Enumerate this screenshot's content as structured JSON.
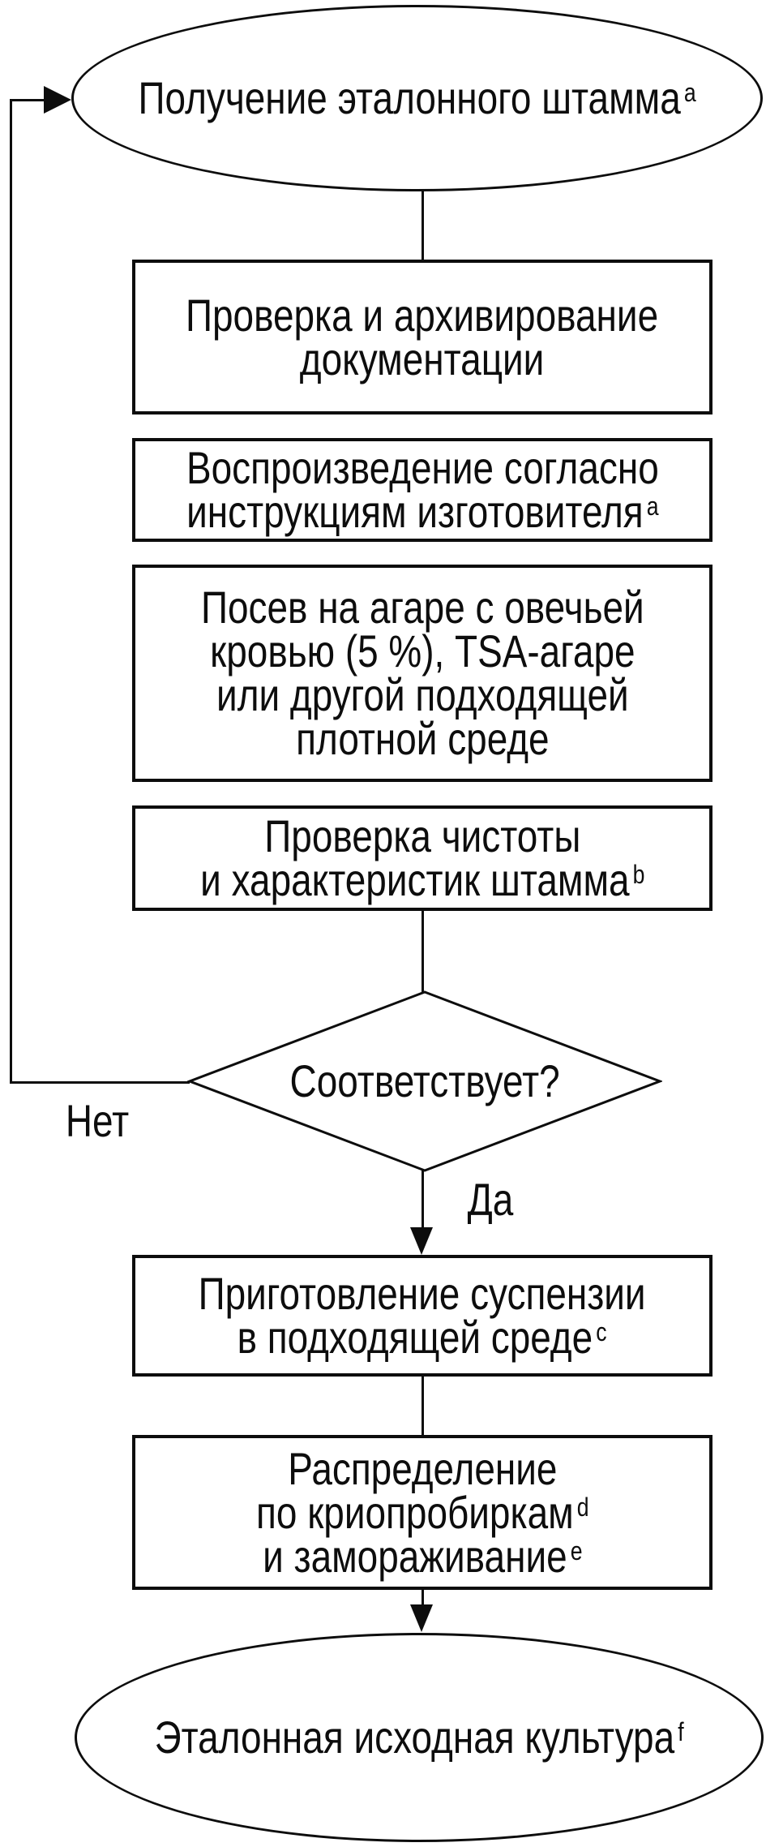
{
  "diagram": {
    "title_hint": "Flowchart: preparation of reference stock culture",
    "colors": {
      "ink": "#0d0d0d",
      "background": "#ffffff"
    },
    "nodes": {
      "start": {
        "shape": "ellipse",
        "lines": [
          {
            "text": "Получение эталонного штамма",
            "sup": "a"
          }
        ]
      },
      "check_docs": {
        "shape": "rect",
        "lines": [
          {
            "text": "Проверка и архивирование"
          },
          {
            "text": "документации"
          }
        ]
      },
      "reproduce": {
        "shape": "rect",
        "lines": [
          {
            "text": "Воспроизведение согласно"
          },
          {
            "text": "инструкциям изготовителя",
            "sup": "a"
          }
        ]
      },
      "plating": {
        "shape": "rect",
        "lines": [
          {
            "text": "Посев на агаре с овечьей"
          },
          {
            "text": "кровью (5 %), TSA-агаре"
          },
          {
            "text": "или другой подходящей"
          },
          {
            "text": "плотной среде"
          }
        ]
      },
      "purity": {
        "shape": "rect",
        "lines": [
          {
            "text": "Проверка чистоты"
          },
          {
            "text": "и характеристик штамма",
            "sup": "b"
          }
        ]
      },
      "decision": {
        "shape": "diamond",
        "lines": [
          {
            "text": "Соответствует?"
          }
        ]
      },
      "suspension": {
        "shape": "rect",
        "lines": [
          {
            "text": "Приготовление суспензии"
          },
          {
            "text": "в подходящей среде",
            "sup": "c"
          }
        ]
      },
      "aliquot": {
        "shape": "rect",
        "lines": [
          {
            "text": "Распределение"
          },
          {
            "text": "по криопробиркам",
            "sup": "d"
          },
          {
            "text": "и замораживание",
            "sup": "e"
          }
        ]
      },
      "stock": {
        "shape": "ellipse",
        "lines": [
          {
            "text": "Эталонная исходная культура",
            "sup": "f"
          }
        ]
      }
    },
    "edge_labels": {
      "no": "Нет",
      "yes": "Да"
    }
  }
}
